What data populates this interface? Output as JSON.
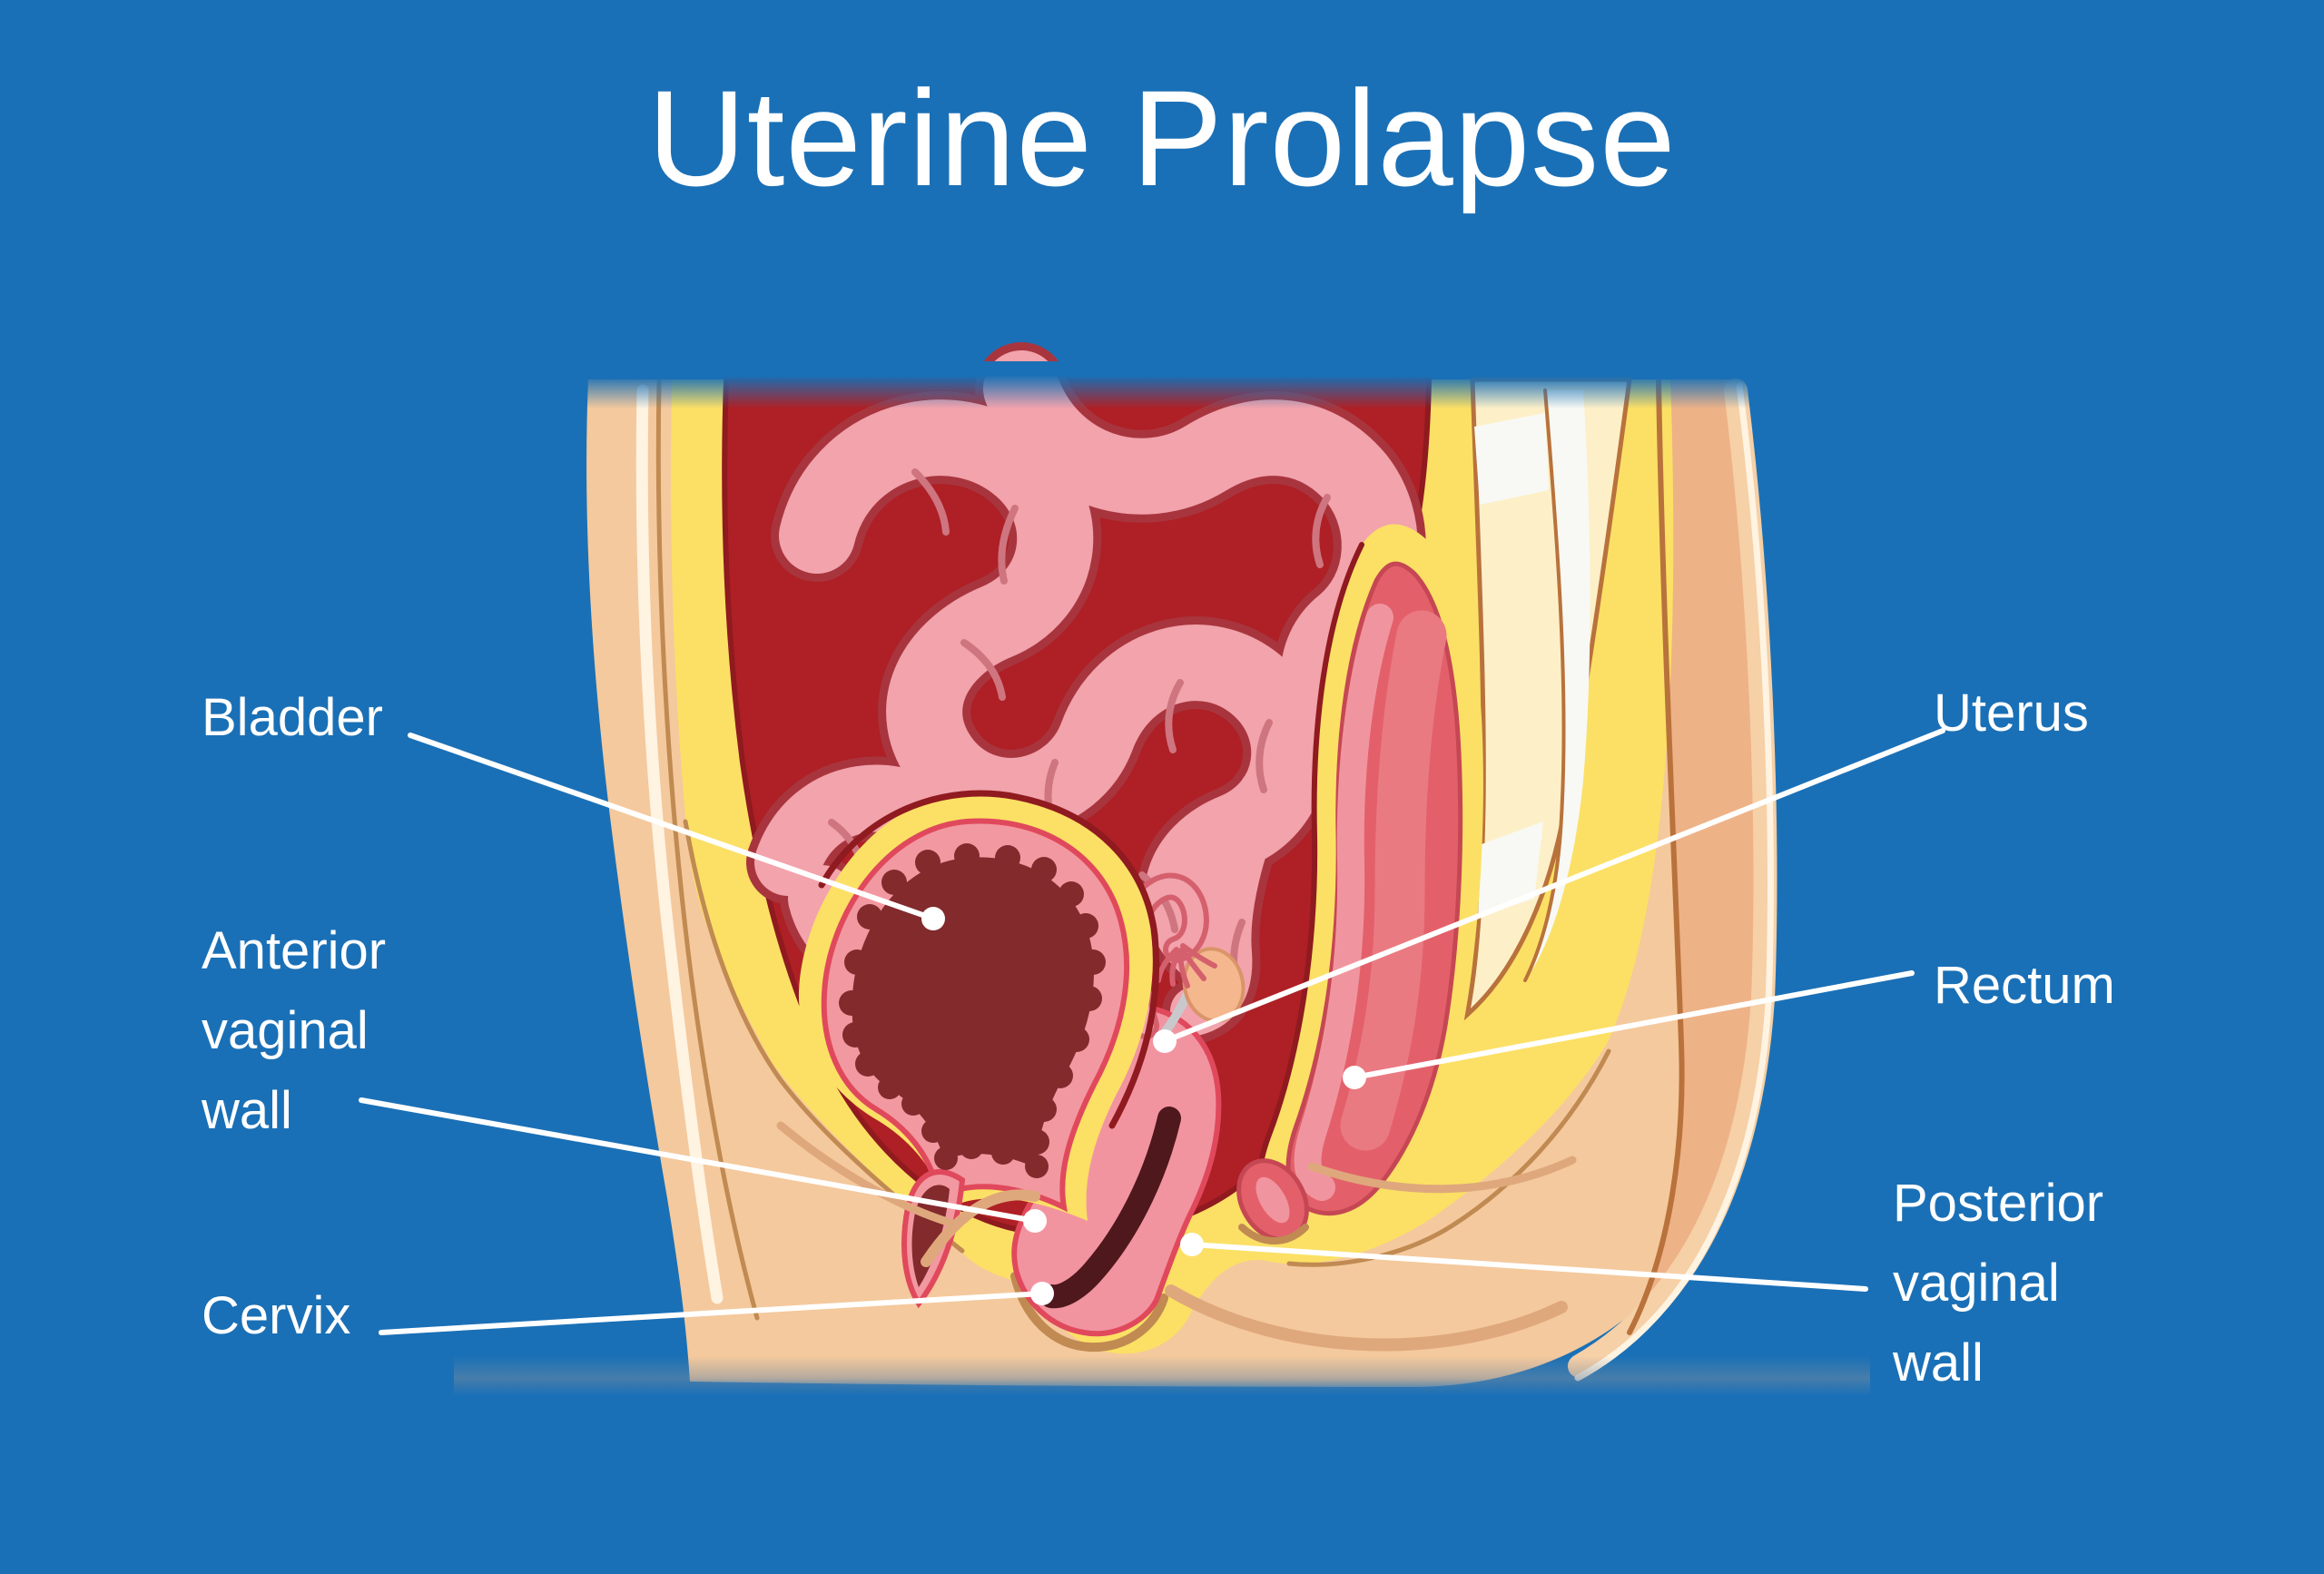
{
  "title": "Uterine Prolapse",
  "labels": {
    "bladder": "Bladder",
    "anterior_vaginal_wall": "Anterior\nvaginal\nwall",
    "cervix": "Cervix",
    "uterus": "Uterus",
    "rectum": "Rectum",
    "posterior_vaginal_wall": "Posterior\nvaginal\nwall"
  },
  "illustration_parts": [
    "body-outline",
    "abdominal-cavity",
    "small-intestine",
    "bladder",
    "prolapsed-uterus",
    "fallopian-tube",
    "ovary",
    "vaginal-canal",
    "rectum",
    "anus",
    "sacrum-spine"
  ],
  "colors": {
    "bg": "#1a70b6",
    "text": "#ffffff",
    "leader": "#ffffff",
    "skin": "#f4c99d",
    "skin_shade": "#eeb287",
    "skin_light": "#f6d0a6",
    "skin_edge": "#fff3e2",
    "skin_line": "#c08a52",
    "crease": "#dfa87c",
    "fat": "#fbe065",
    "cavity": "#ae2025",
    "cavity_line": "#8f1a1f",
    "gut": "#f2a3ac",
    "gut_line": "#a8353e",
    "gut_crease": "#ce7580",
    "bladder_rim": "#f298a1",
    "bladder_dark": "#822a2c",
    "organ": "#f294a0",
    "organ_line": "#e0495c",
    "slit": "#4f181c",
    "rectum": "#e3606a",
    "rectum_line": "#c64754",
    "rectum_lining": "#f0959f",
    "rectum_inner": "#ea7a81",
    "ovary": "#f4b78e",
    "ovary_line": "#da9468",
    "tube_line": "#d5606d",
    "ligament": "#c9c9cd",
    "bone": "#fdf0c8",
    "bone_line": "#b9723c",
    "bone_white": "#f8f9f4"
  }
}
